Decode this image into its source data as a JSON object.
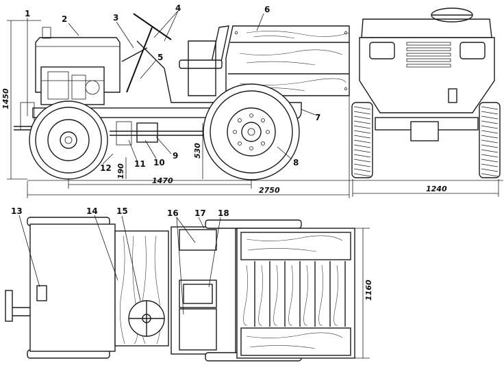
{
  "callouts": [
    "1",
    "2",
    "3",
    "4",
    "5",
    "6",
    "7",
    "8",
    "9",
    "10",
    "11",
    "12",
    "13",
    "14",
    "15",
    "16",
    "17",
    "18"
  ],
  "dimensions": {
    "height_total": "1450",
    "ground_clearance": "190",
    "axle_height": "530",
    "wheelbase": "1470",
    "length_total": "2750",
    "width_track": "1240",
    "width_body": "1160"
  }
}
